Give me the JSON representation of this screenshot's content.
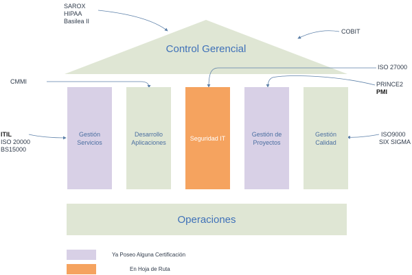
{
  "roof": {
    "title": "Control Gerencial"
  },
  "pillars": [
    {
      "key": "servicios",
      "label_line1": "Gestión",
      "label_line2": "Servicios",
      "status": "certified"
    },
    {
      "key": "aplicaciones",
      "label_line1": "Desarrollo",
      "label_line2": "Aplicaciones",
      "status": "none"
    },
    {
      "key": "seguridad",
      "label_line1": "Seguridad IT",
      "label_line2": "",
      "status": "roadmap"
    },
    {
      "key": "proyectos",
      "label_line1": "Gestión de",
      "label_line2": "Proyectos",
      "status": "certified"
    },
    {
      "key": "calidad",
      "label_line1": "Gestión",
      "label_line2": "Calidad",
      "status": "none"
    }
  ],
  "base": {
    "title": "Operaciones"
  },
  "annotations": {
    "top_left": [
      "SAROX",
      "HIPAA",
      "Basilea II"
    ],
    "cobit": "COBIT",
    "cmmi": "CMMI",
    "iso27000": "ISO 27000",
    "prince2": "PRINCE2",
    "pmi": "PMI",
    "itil": "ITIL",
    "iso20000": "ISO 20000",
    "bs15000": "BS15000",
    "iso9000": "ISO9000",
    "six_sigma": "SIX SIGMA"
  },
  "legend": {
    "certified": "Ya Poseo Alguna Certificación",
    "roadmap": "En Hoja de Ruta"
  },
  "colors": {
    "certified": "#d8d0e6",
    "roadmap": "#f5a35f",
    "neutral": "#dfe6d4",
    "title_blue": "#3f71b8",
    "arrow": "#5b7fa8"
  }
}
